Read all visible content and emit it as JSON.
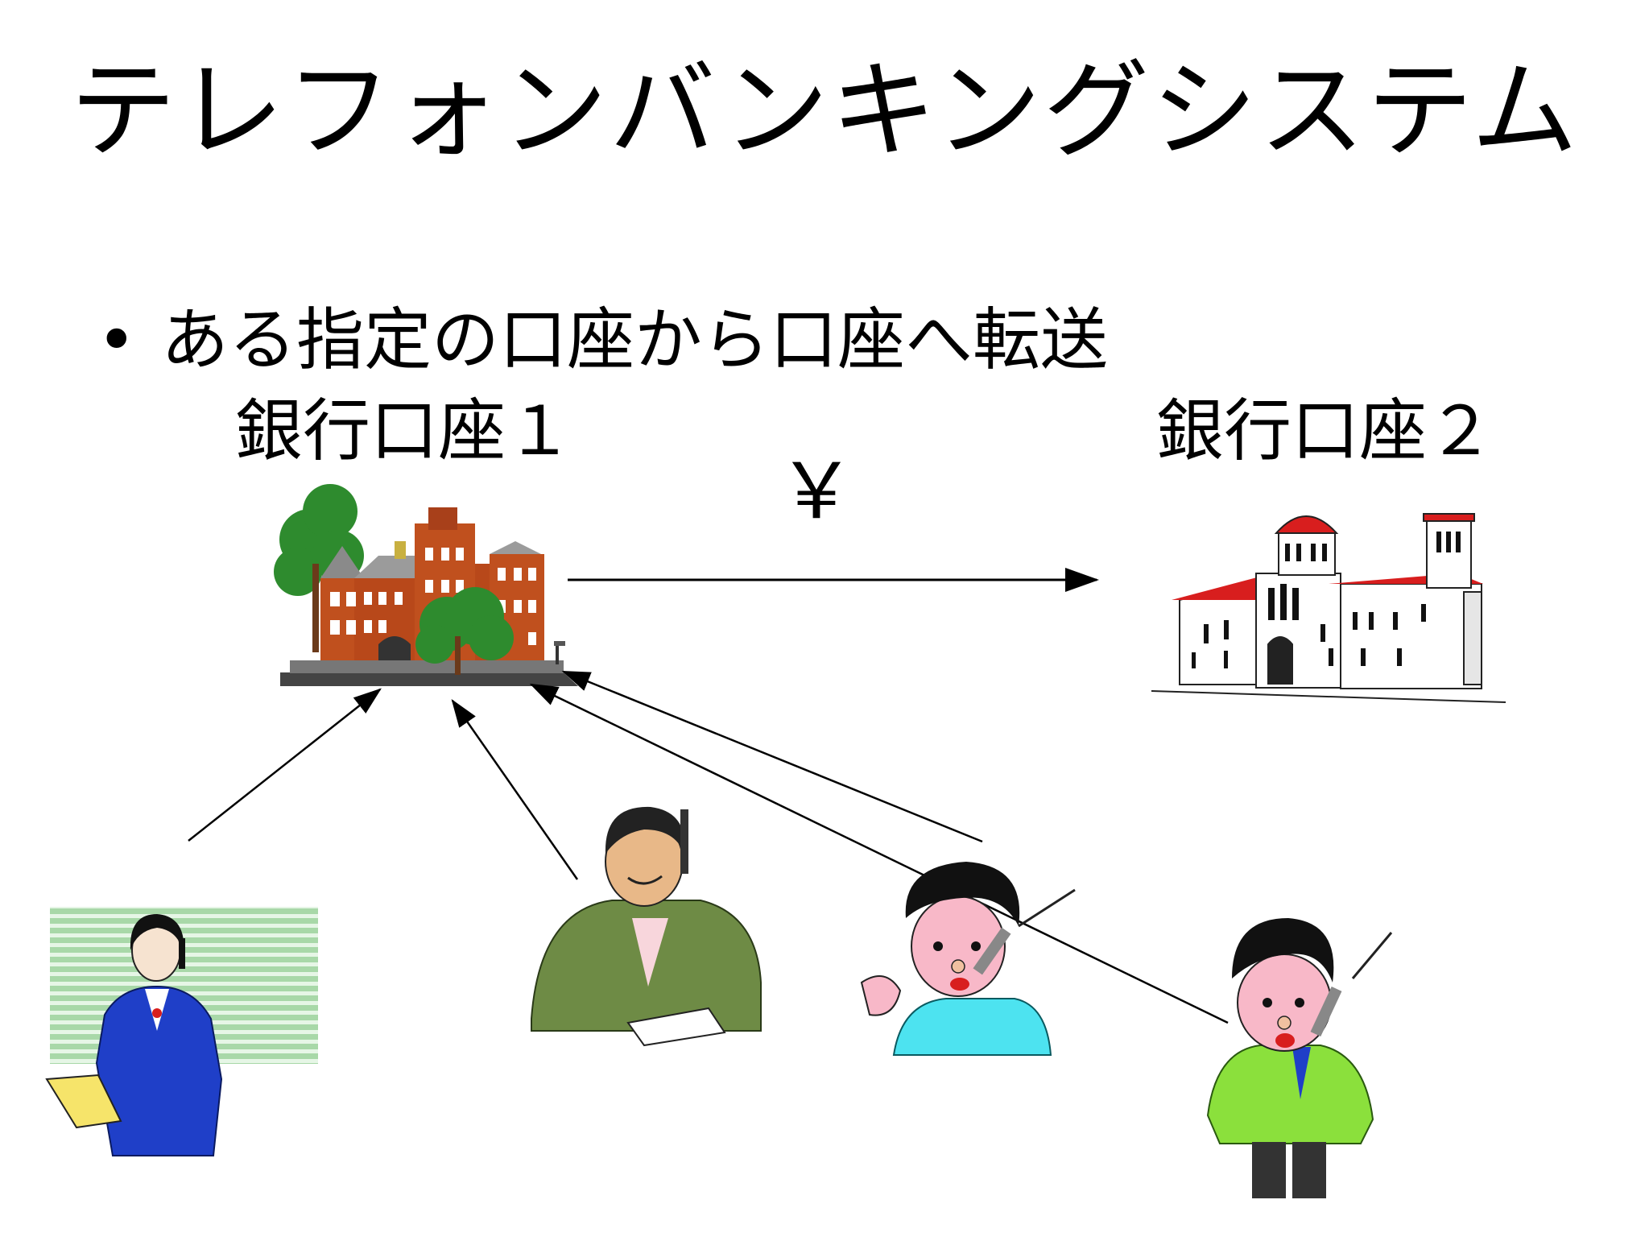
{
  "title": "テレフォンバンキングシステム",
  "bullet": {
    "marker": "•",
    "text": "ある指定の口座から口座へ転送"
  },
  "accounts": {
    "source_label": "銀行口座１",
    "target_label": "銀行口座２"
  },
  "transfer_symbol": "￥",
  "callers": [
    {
      "name": "woman-with-phone-and-clipboard"
    },
    {
      "name": "businessman-with-cellphone"
    },
    {
      "name": "boy-with-mobile-phone"
    },
    {
      "name": "man-in-green-jacket-with-mobile-phone"
    }
  ],
  "colors": {
    "bank1_brick": "#C0501E",
    "bank2_roof": "#D81E1E",
    "tree": "#2E8B2E",
    "jacket_blue": "#1F3FC8",
    "jacket_olive": "#6E8B45",
    "shirt_cyan": "#4DE3F0",
    "jacket_green": "#8BE03C"
  }
}
